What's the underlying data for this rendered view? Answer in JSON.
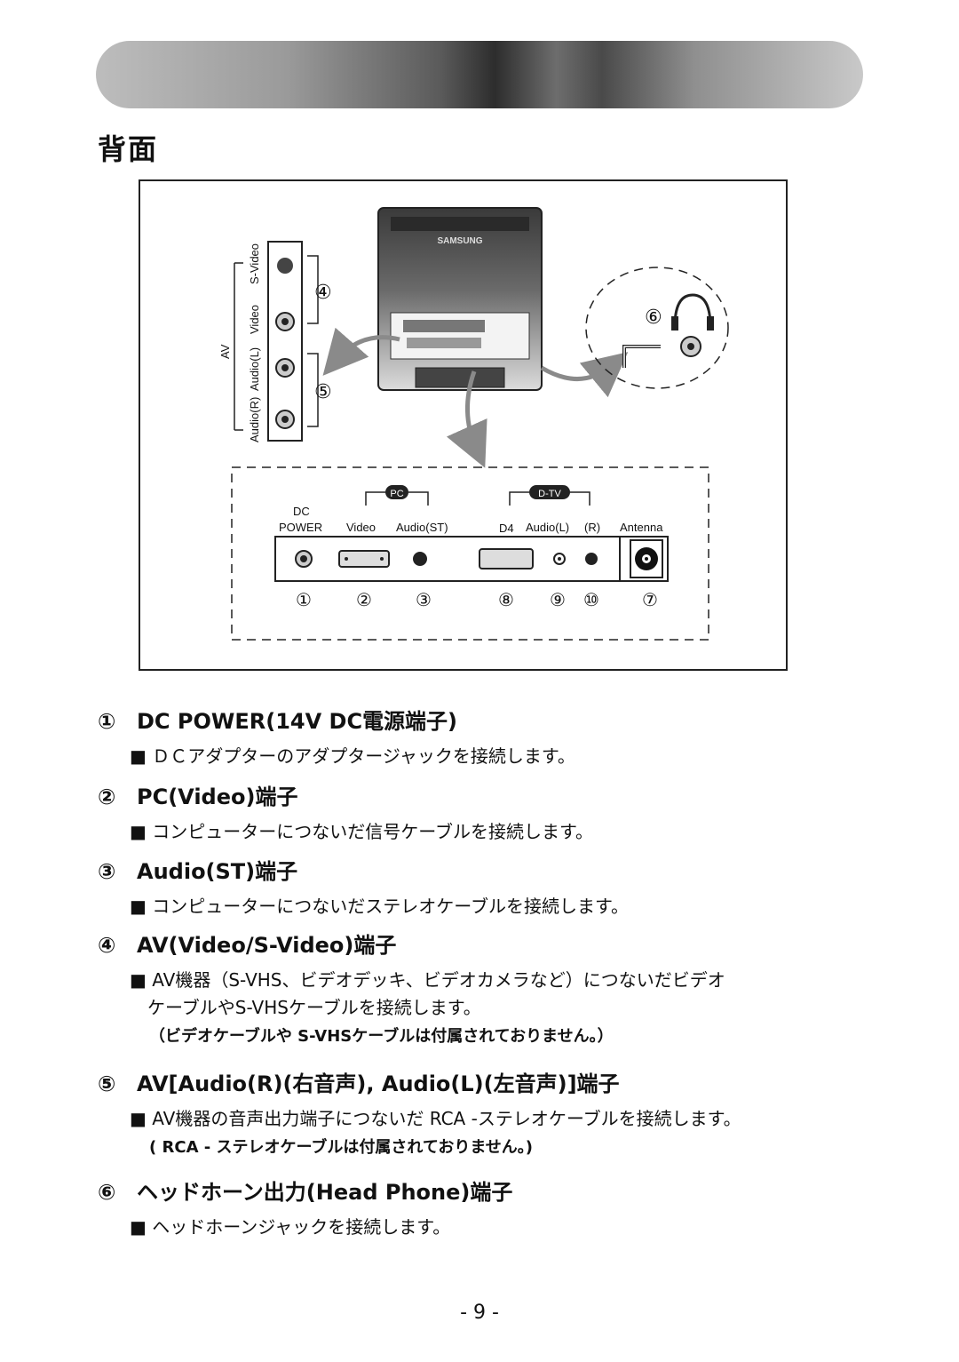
{
  "page_title": "背面",
  "figure": {
    "samsung_label": "SAMSUNG",
    "av_group_label": "AV",
    "side_labels": [
      "S-Video",
      "Video",
      "Audio(L)",
      "Audio(R)"
    ],
    "side_callouts": [
      "④",
      "⑤"
    ],
    "headphone_callout": "⑥",
    "pc_badge": "PC",
    "dtv_badge": "D-TV",
    "dc_label": "DC",
    "power_label": "POWER",
    "video_label": "Video",
    "audio_st_label": "Audio(ST)",
    "d4_label": "D4",
    "audio_l_label": "Audio(L)",
    "r_label": "(R)",
    "antenna_label": "Antenna",
    "port_numbers": [
      "①",
      "②",
      "③",
      "⑧",
      "⑨",
      "⑩",
      "⑦"
    ]
  },
  "sections": [
    {
      "num": "①",
      "title": "DC POWER(14V DC電源端子)",
      "body": [
        "■ ＤＣアダプターのアダプタージャックを接続します。"
      ],
      "note": ""
    },
    {
      "num": "②",
      "title": "PC(Video)端子",
      "body": [
        "■ コンピューターにつないだ信号ケーブルを接続します。"
      ],
      "note": ""
    },
    {
      "num": "③",
      "title": "Audio(ST)端子",
      "body": [
        "■ コンピューターにつないだステレオケーブルを接続します。"
      ],
      "note": ""
    },
    {
      "num": "④",
      "title": "AV(Video/S-Video)端子",
      "body": [
        "■ AV機器（S-VHS、ビデオデッキ、ビデオカメラなど）につないだビデオ",
        "　ケーブルやS-VHSケーブルを接続します。"
      ],
      "note": "（ビデオケーブルや S-VHSケーブルは付属されておりません。）"
    },
    {
      "num": "⑤",
      "title": "AV[Audio(R)(右音声), Audio(L)(左音声)]端子",
      "body": [
        "■ AV機器の音声出力端子につないだ RCA -ステレオケーブルを接続します。"
      ],
      "note": "( RCA - ステレオケーブルは付属されておりません。)"
    },
    {
      "num": "⑥",
      "title": "ヘッドホーン出力(Head Phone)端子",
      "body": [
        "■ ヘッドホーンジャックを接続します。"
      ],
      "note": ""
    }
  ],
  "page_number": "- 9 -"
}
